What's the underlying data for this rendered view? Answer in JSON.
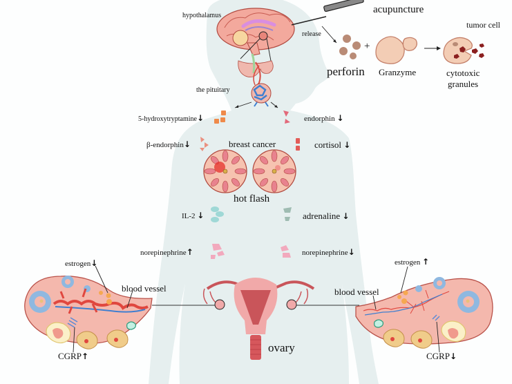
{
  "colors": {
    "silhouette": "#e6efef",
    "tissue_pink": "#f4b8ad",
    "tissue_outline": "#b9524a",
    "vessel_red": "#e0473f",
    "vessel_blue": "#3f7fd0",
    "follicle_yellow": "#e8c27a",
    "granule_dark": "#8b1f1f",
    "perforin_brown": "#b98b76",
    "granzyme_beige": "#f3cdb5",
    "serotonin_orange": "#ef8a4a",
    "endorphin_pink": "#e2697a",
    "il2_teal": "#9fd8d6",
    "adrenaline_grey": "#9fbcb2",
    "norepi_pink": "#f2a9bd"
  },
  "brain": {
    "hypothalamus_label": "hypothalamus",
    "pituitary_label": "the pituitary"
  },
  "acupuncture": {
    "label": "acupuncture",
    "release_label": "release",
    "perforin_label": "perforin",
    "plus": "+",
    "granzyme_label": "Granzyme",
    "arrow": "→",
    "tumor_cell_label": "tumor cell",
    "granules_line1": "cytotoxic",
    "granules_line2": "granules"
  },
  "hormones_left": [
    {
      "name": "5-hydroxytryptamine",
      "trend": "↓"
    },
    {
      "name": "β-endorphin",
      "trend": "↓"
    },
    {
      "name": "IL-2",
      "trend": "↓"
    },
    {
      "name": "norepinephrine",
      "trend": "↑"
    }
  ],
  "hormones_right": [
    {
      "name": "endorphin",
      "trend": "↓"
    },
    {
      "name": "cortisol",
      "trend": "↓"
    },
    {
      "name": "adrenaline",
      "trend": "↓"
    },
    {
      "name": "norepinephrine",
      "trend": "↓"
    }
  ],
  "breast": {
    "title": "breast cancer",
    "caption": "hot flash"
  },
  "ovary_left": {
    "estrogen_label": "estrogen",
    "estrogen_trend": "↓",
    "vessel_label": "blood vessel",
    "cgrp_label": "CGRP",
    "cgrp_trend": "↑"
  },
  "ovary_right": {
    "estrogen_label": "estrogen",
    "estrogen_trend": "↑",
    "vessel_label": "blood vessel",
    "cgrp_label": "CGRP",
    "cgrp_trend": "↓"
  },
  "uterus": {
    "label": "ovary"
  }
}
